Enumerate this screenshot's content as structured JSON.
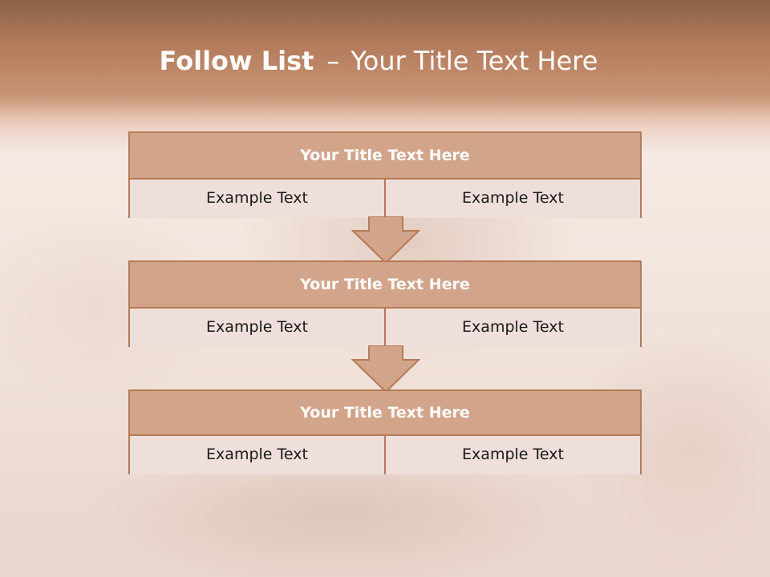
{
  "slide": {
    "title_bold": "Follow List",
    "title_dash": "–",
    "title_rest": "Your Title Text Here"
  },
  "blocks": [
    {
      "title": "Your Title Text Here",
      "cells": [
        "Example Text",
        "Example Text"
      ]
    },
    {
      "title": "Your Title Text Here",
      "cells": [
        "Example Text",
        "Example Text"
      ]
    },
    {
      "title": "Your Title Text Here",
      "cells": [
        "Example Text",
        "Example Text"
      ]
    }
  ],
  "colors": {
    "header_band": "#b47c5c",
    "box_title_fill": "#d2a58b",
    "box_border": "#b57a57",
    "cell_fill": "#efdfda",
    "arrow_fill": "#d2a58b"
  }
}
